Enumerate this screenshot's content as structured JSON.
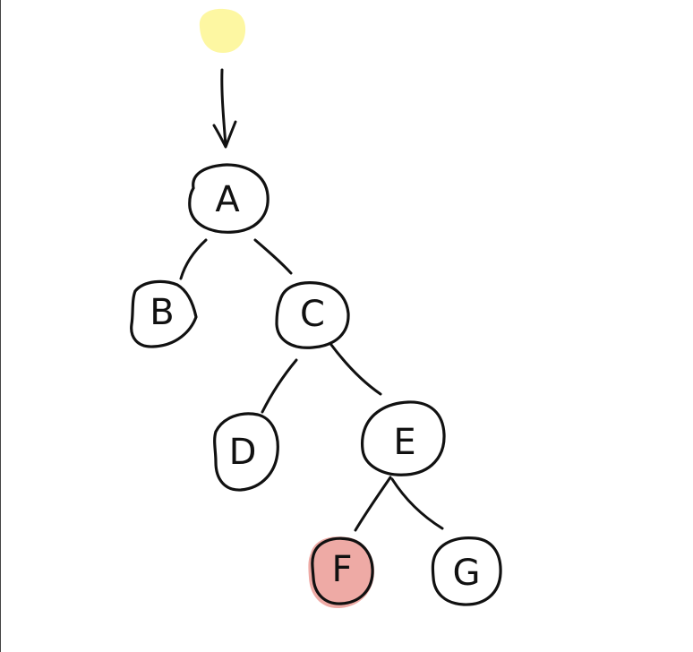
{
  "tree": {
    "root_marker_color": "#fdf7a2",
    "highlight_color": "#eeaaa5",
    "nodes": [
      {
        "id": "A",
        "label": "A",
        "highlighted": false
      },
      {
        "id": "B",
        "label": "B",
        "highlighted": false
      },
      {
        "id": "C",
        "label": "C",
        "highlighted": false
      },
      {
        "id": "D",
        "label": "D",
        "highlighted": false
      },
      {
        "id": "E",
        "label": "E",
        "highlighted": false
      },
      {
        "id": "F",
        "label": "F",
        "highlighted": true
      },
      {
        "id": "G",
        "label": "G",
        "highlighted": false
      }
    ],
    "edges": [
      {
        "from": "A",
        "to": "B"
      },
      {
        "from": "A",
        "to": "C"
      },
      {
        "from": "C",
        "to": "D"
      },
      {
        "from": "C",
        "to": "E"
      },
      {
        "from": "E",
        "to": "F"
      },
      {
        "from": "E",
        "to": "G"
      }
    ]
  }
}
